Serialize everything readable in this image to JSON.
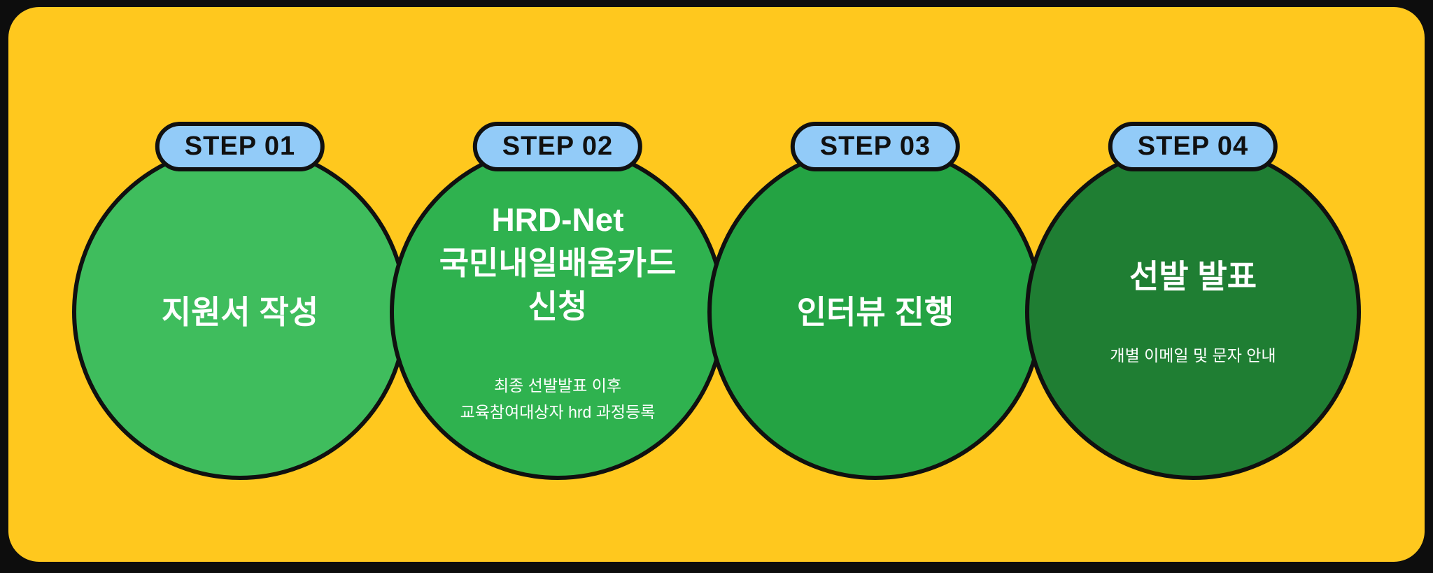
{
  "page": {
    "background": "#0d0d0d",
    "panel_color": "#ffc81e"
  },
  "badge_style": {
    "fill": "#92cbf8",
    "border": "#101010",
    "text_color": "#101010"
  },
  "steps": [
    {
      "badge_label": "STEP 01",
      "title": "지원서 작성",
      "subtitle": "",
      "circle_color": "#3fbd5d"
    },
    {
      "badge_label": "STEP 02",
      "title": "HRD-Net\n국민내일배움카드\n신청",
      "subtitle": "최종 선발발표 이후\n교육참여대상자 hrd 과정등록",
      "circle_color": "#2fb24f"
    },
    {
      "badge_label": "STEP 03",
      "title": "인터뷰 진행",
      "subtitle": "",
      "circle_color": "#24a343"
    },
    {
      "badge_label": "STEP 04",
      "title": "선발 발표",
      "subtitle": "개별 이메일 및 문자 안내",
      "circle_color": "#1f7e33"
    }
  ]
}
